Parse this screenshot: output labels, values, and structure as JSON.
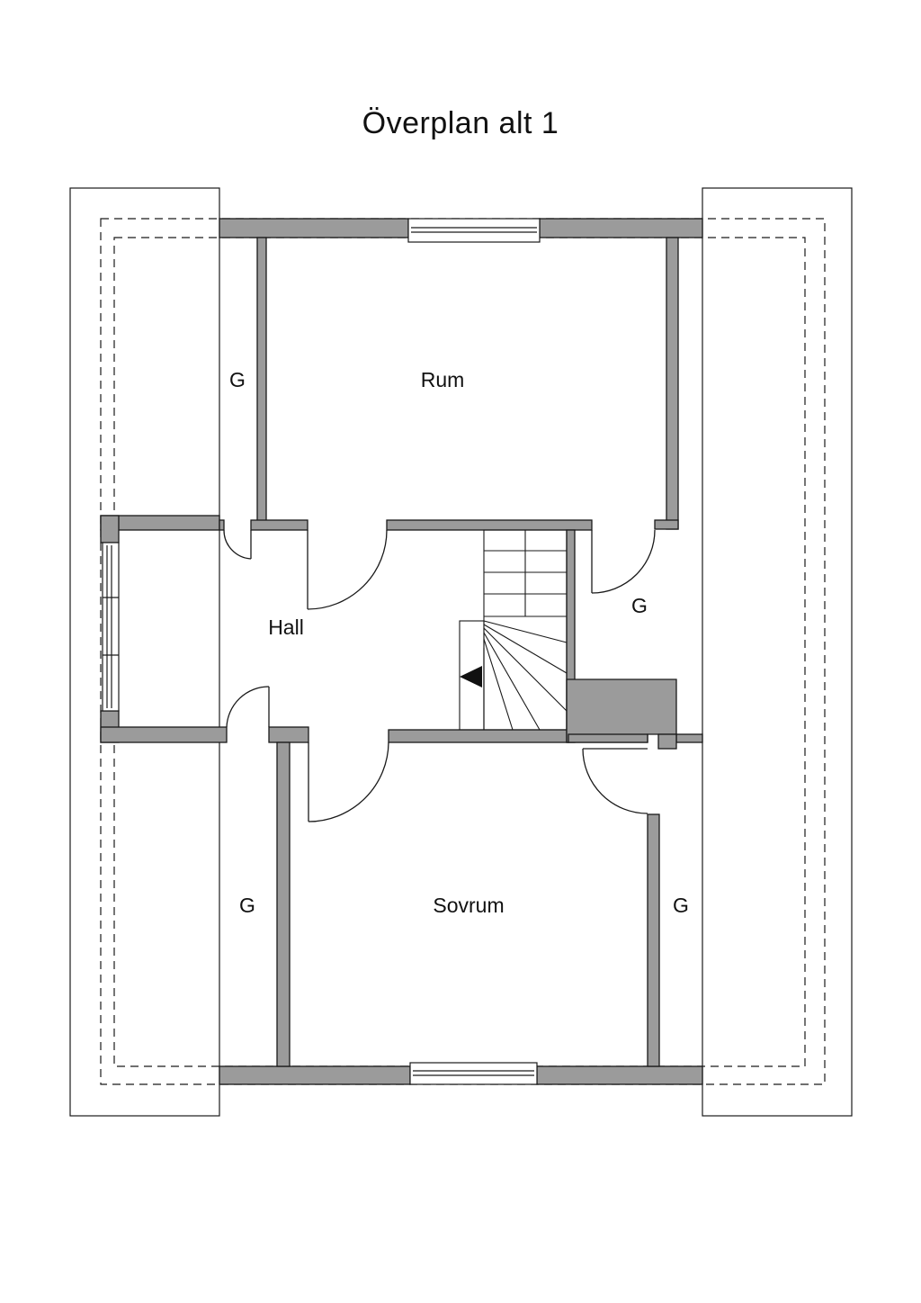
{
  "title": "Överplan alt 1",
  "colors": {
    "wall": "#9b9b9b",
    "line": "#1a1a1a",
    "background": "#ffffff"
  },
  "rooms": {
    "rum": "Rum",
    "hall": "Hall",
    "sovrum": "Sovrum",
    "storage_top_left": "G",
    "storage_middle_right": "G",
    "storage_bottom_left": "G",
    "storage_bottom_right": "G"
  }
}
